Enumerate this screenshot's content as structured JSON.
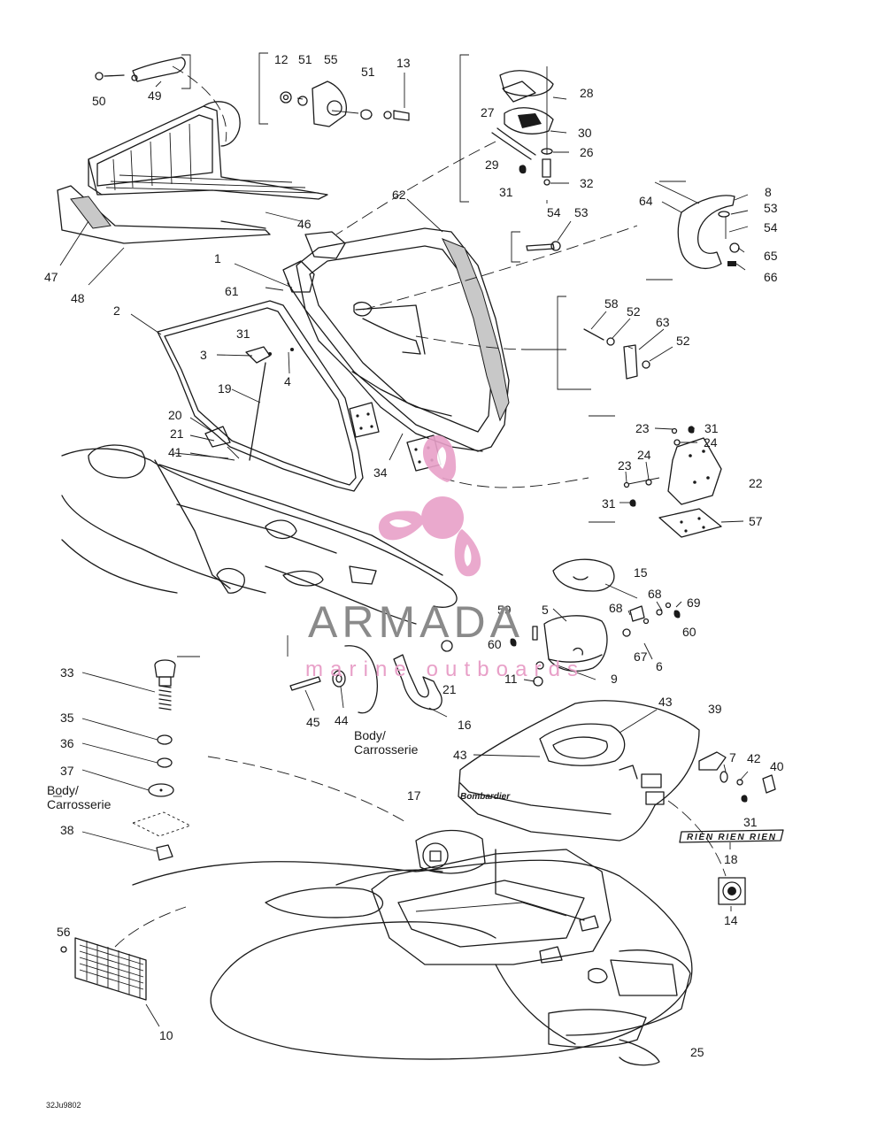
{
  "diagram": {
    "callouts": [
      "1",
      "2",
      "3",
      "4",
      "5",
      "6",
      "7",
      "8",
      "9",
      "10",
      "11",
      "12",
      "13",
      "14",
      "15",
      "16",
      "17",
      "18",
      "19",
      "20",
      "21",
      "21",
      "22",
      "23",
      "23",
      "24",
      "24",
      "25",
      "26",
      "27",
      "28",
      "29",
      "30",
      "31",
      "31",
      "31",
      "31",
      "31",
      "32",
      "33",
      "34",
      "35",
      "36",
      "37",
      "38",
      "39",
      "40",
      "41",
      "42",
      "43",
      "43",
      "44",
      "45",
      "46",
      "47",
      "48",
      "49",
      "50",
      "51",
      "51",
      "52",
      "52",
      "53",
      "53",
      "54",
      "54",
      "55",
      "56",
      "57",
      "58",
      "59",
      "60",
      "60",
      "61",
      "62",
      "63",
      "64",
      "65",
      "66",
      "67",
      "68",
      "68",
      "69"
    ],
    "body_label_1": "Body/",
    "body_label_2": "Carrosserie",
    "body_label_3": "Body/",
    "body_label_4": "Carrosserie",
    "decal_bombardier": "Bombardier",
    "decal_model": "RIEN RIEN RIEN",
    "drawing_code": "32Ju9802"
  },
  "watermark": {
    "brand": "ARMADA",
    "tagline": "marine outboards",
    "color": "#e8a0c8",
    "text_color": "#8a8a8a"
  }
}
